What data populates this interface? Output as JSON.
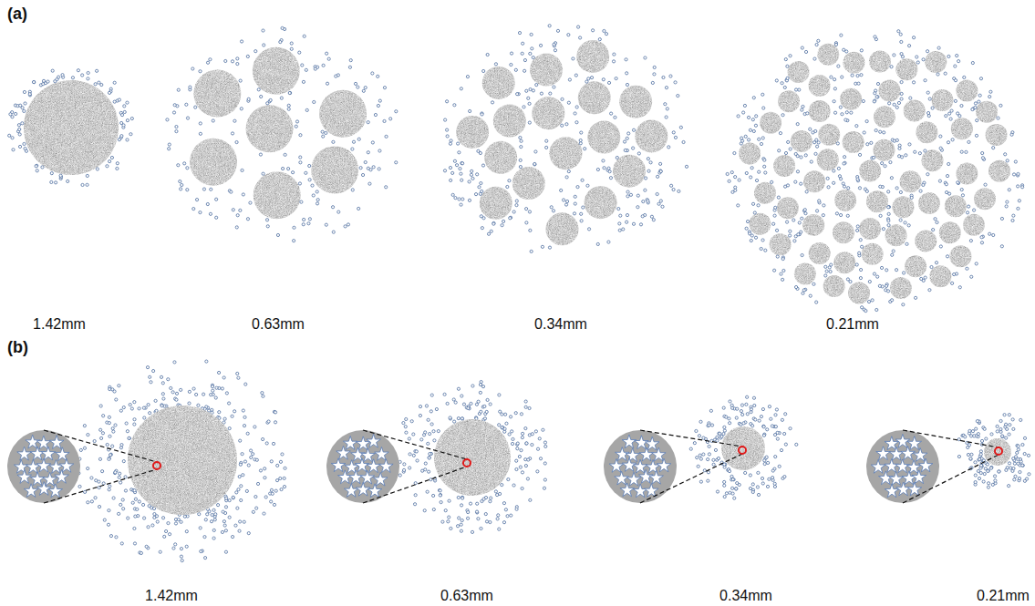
{
  "diagram": {
    "labels": [
      "(a)",
      "1.42mm",
      "0.63mm",
      "0.34mm",
      "0.21mm",
      "(b)",
      "1.42mm",
      "0.63mm",
      "0.34mm",
      "0.21mm"
    ]
  }
}
